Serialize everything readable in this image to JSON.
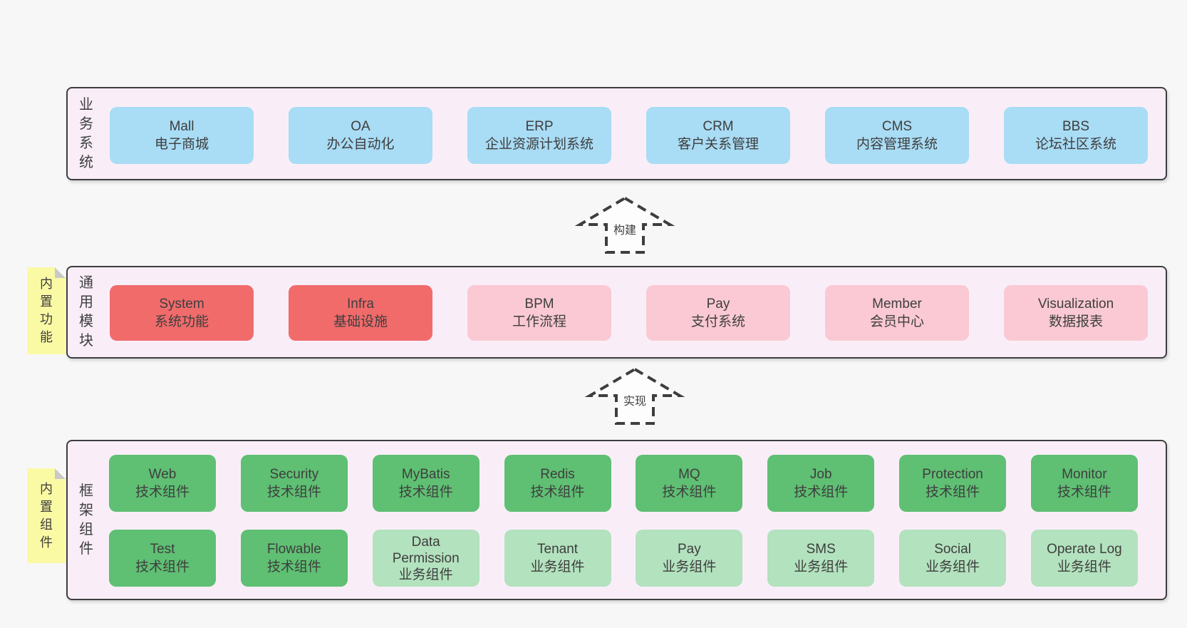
{
  "colors": {
    "page_bg": "#f7f7f7",
    "panel_bg": "#f9eef8",
    "panel_border": "#3e3e3e",
    "text": "#3e3e3e",
    "blue": "#a9dcf5",
    "red": "#f16b6b",
    "pink": "#fac9d3",
    "green": "#5fbf73",
    "light_green": "#b3e2be",
    "yellow": "#fbfaa4",
    "fold": "#c9c9c9",
    "arrow_fill": "#fdfdfd"
  },
  "business": {
    "label": "业务系统",
    "boxes": [
      {
        "title": "Mall",
        "subtitle": "电子商城"
      },
      {
        "title": "OA",
        "subtitle": "办公自动化"
      },
      {
        "title": "ERP",
        "subtitle": "企业资源计划系统"
      },
      {
        "title": "CRM",
        "subtitle": "客户关系管理"
      },
      {
        "title": "CMS",
        "subtitle": "内容管理系统"
      },
      {
        "title": "BBS",
        "subtitle": "论坛社区系统"
      }
    ]
  },
  "arrows": {
    "build": {
      "label": "构建"
    },
    "implement": {
      "label": "实现"
    }
  },
  "modules": {
    "note": "内置功能",
    "label": "通用模块",
    "boxes": [
      {
        "title": "System",
        "subtitle": "系统功能"
      },
      {
        "title": "Infra",
        "subtitle": "基础设施"
      },
      {
        "title": "BPM",
        "subtitle": "工作流程"
      },
      {
        "title": "Pay",
        "subtitle": "支付系统"
      },
      {
        "title": "Member",
        "subtitle": "会员中心"
      },
      {
        "title": "Visualization",
        "subtitle": "数据报表"
      }
    ]
  },
  "framework": {
    "note": "内置组件",
    "label": "框架组件",
    "rows": [
      [
        {
          "title": "Web",
          "subtitle": "技术组件"
        },
        {
          "title": "Security",
          "subtitle": "技术组件"
        },
        {
          "title": "MyBatis",
          "subtitle": "技术组件"
        },
        {
          "title": "Redis",
          "subtitle": "技术组件"
        },
        {
          "title": "MQ",
          "subtitle": "技术组件"
        },
        {
          "title": "Job",
          "subtitle": "技术组件"
        },
        {
          "title": "Protection",
          "subtitle": "技术组件"
        },
        {
          "title": "Monitor",
          "subtitle": "技术组件"
        }
      ],
      [
        {
          "title": "Test",
          "subtitle": "技术组件"
        },
        {
          "title": "Flowable",
          "subtitle": "技术组件"
        },
        {
          "title": "Data Permission",
          "subtitle": "业务组件"
        },
        {
          "title": "Tenant",
          "subtitle": "业务组件"
        },
        {
          "title": "Pay",
          "subtitle": "业务组件"
        },
        {
          "title": "SMS",
          "subtitle": "业务组件"
        },
        {
          "title": "Social",
          "subtitle": "业务组件"
        },
        {
          "title": "Operate Log",
          "subtitle": "业务组件"
        }
      ]
    ]
  }
}
